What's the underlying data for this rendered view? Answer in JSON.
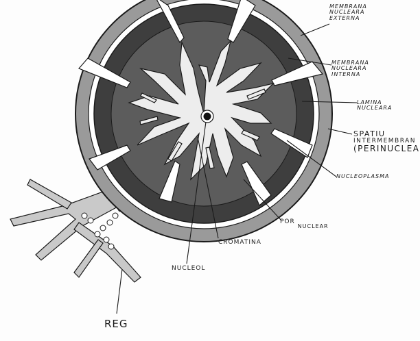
{
  "labels": {
    "membrana_nucleara_externa": [
      "MEMBRANA",
      "NUCLEARA",
      "EXTERNA"
    ],
    "membrana_nucleara_interna": [
      "MEMBRANA",
      "NUCLEARA",
      "INTERNA"
    ],
    "lamina_nucleara": [
      "LAMINA",
      "NUCLEARA"
    ],
    "spatiu_intermembranar": [
      "SPATIU",
      "INTERMEMBRAN",
      "(PERINUCLEAR)"
    ],
    "nucleoplasma": "NUCLEOPLASMA",
    "por_nuclear": [
      "POR",
      "NUCLEAR"
    ],
    "cromatina": "CROMATINA",
    "nucleol": "NUCLEOL",
    "reg": "REG"
  },
  "colors": {
    "ink": "#1a1a1a",
    "outer_membrane": "#9a9a9a",
    "lamina": "#3e3e3e",
    "nucleoplasm": "#5c5c5c",
    "chromatin": "#ededed",
    "reticulum": "#c9c9c9"
  }
}
